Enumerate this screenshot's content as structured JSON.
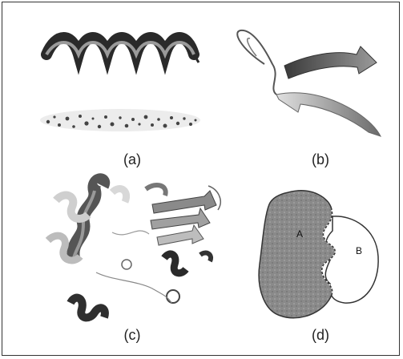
{
  "panels": [
    {
      "id": "a",
      "caption": "(a)"
    },
    {
      "id": "b",
      "caption": "(b)"
    },
    {
      "id": "c",
      "caption": "(c)"
    },
    {
      "id": "d",
      "caption": "(d)",
      "region_labels": [
        "A",
        "B"
      ]
    }
  ],
  "colors": {
    "dark": "#2a2a2a",
    "mid": "#7a7a7a",
    "light": "#c8c8c8",
    "border": "#333333"
  }
}
